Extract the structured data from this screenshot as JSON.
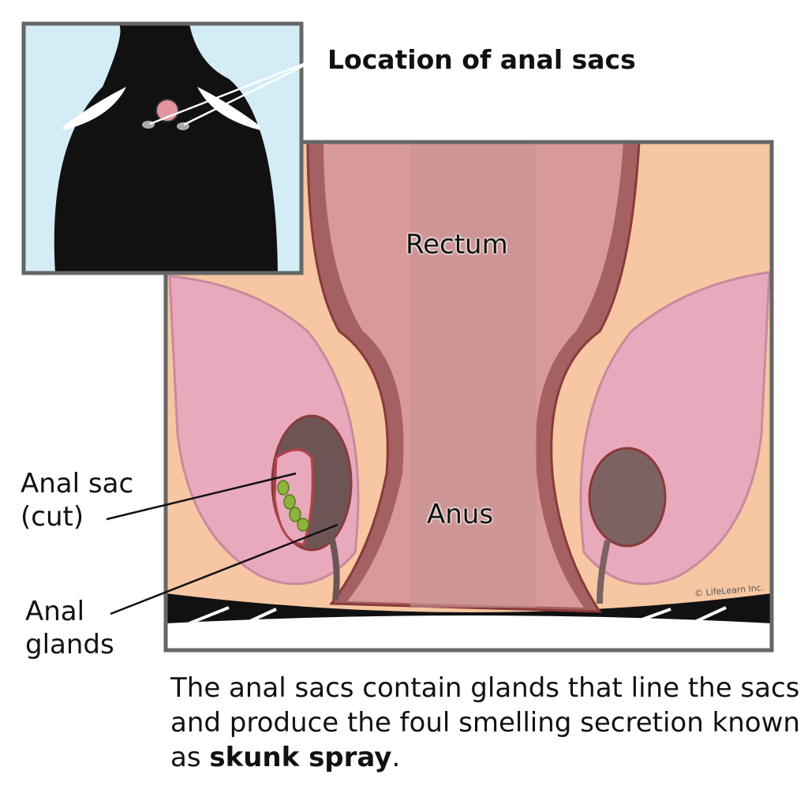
{
  "labels": {
    "location": "Location of anal sacs",
    "rectum": "Rectum",
    "anus": "Anus",
    "anal_sac_line1": "Anal sac",
    "anal_sac_line2": "(cut)",
    "anal_glands_line1": "Anal",
    "anal_glands_line2": "glands"
  },
  "caption": {
    "text_before": "The anal sacs contain glands that line the sacs and produce the foul smelling secretion known as ",
    "bold": "skunk spray",
    "text_after": "."
  },
  "copyright": "© LifeLearn Inc.",
  "colors": {
    "inset_bg": "#d3ecf6",
    "main_bg": "#f6c7a2",
    "frame": "#666666",
    "muscle": "#e8a9bd",
    "gland": "#8cb43a"
  }
}
